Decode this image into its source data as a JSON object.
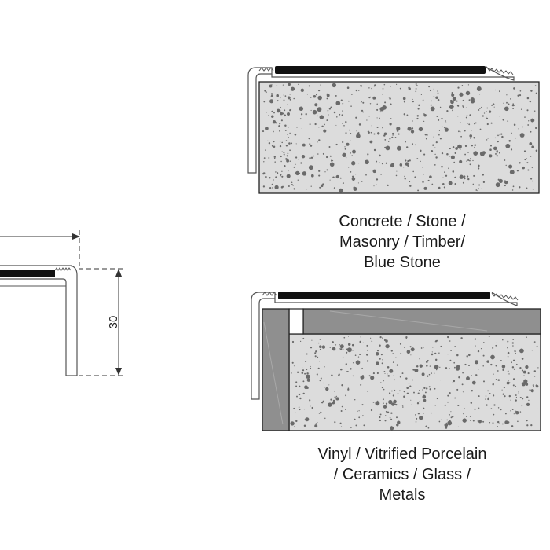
{
  "dimension": {
    "height_label": "30"
  },
  "captions": {
    "top": [
      "Concrete / Stone /",
      "Masonry / Timber/",
      "Blue Stone"
    ],
    "bottom": [
      "Vinyl / Vitrified Porcelain",
      "/ Ceramics / Glass /",
      "Metals"
    ]
  },
  "colors": {
    "insert": "#111111",
    "aluminium_outline": "#555555",
    "speckle_fill": "#dcdcdc",
    "speckle_dots": "#6a6a6a",
    "tile_layer": "#8f8f8f",
    "outline": "#222222"
  }
}
